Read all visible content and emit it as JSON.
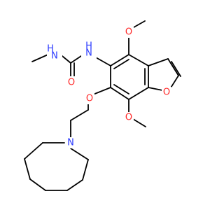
{
  "molecule": {
    "atoms": {
      "amine_n_left": "N",
      "amine_h_left": "H",
      "amine_n_right": "N",
      "amine_h_right": "H",
      "carbonyl_o": "O",
      "methoxy_top_o": "O",
      "ether_o_side": "O",
      "furan_o": "O",
      "methoxy_bottom_o": "O",
      "azepane_n": "N"
    },
    "colors": {
      "carbon": "#000000",
      "nitrogen": "#2a39ff",
      "oxygen": "#ff2a2a"
    }
  }
}
